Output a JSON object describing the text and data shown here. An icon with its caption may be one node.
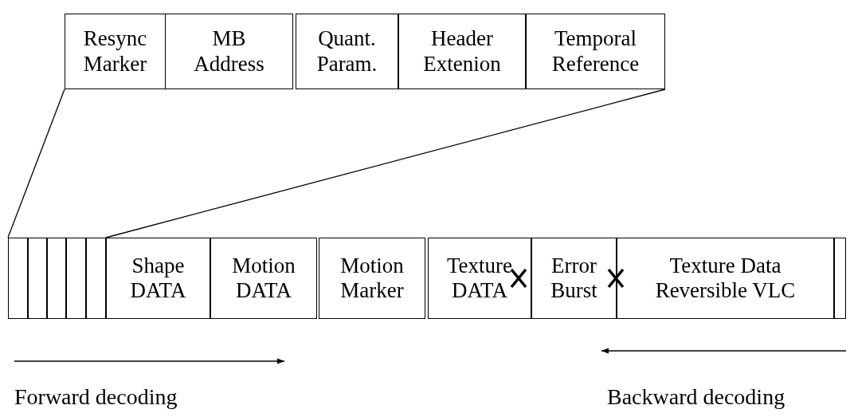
{
  "diagram": {
    "nodes": [
      {
        "text": [
          "Resync Marker"
        ]
      },
      {
        "text": [
          "MB Address"
        ]
      },
      {
        "text": [
          "Quant. Param."
        ]
      },
      {
        "text": [
          "Header Extenion"
        ]
      },
      {
        "text": [
          "Temporal Reference"
        ]
      },
      {
        "text": [],
        "shape": "box"
      },
      {
        "text": [],
        "shape": "box"
      },
      {
        "text": [],
        "shape": "box"
      },
      {
        "text": [],
        "shape": "box"
      },
      {
        "text": [],
        "shape": "box"
      },
      {
        "text": [
          "Shape DATA"
        ]
      },
      {
        "text": [
          "Motion DATA"
        ]
      },
      {
        "text": [
          "Motion Marker"
        ]
      },
      {
        "text": [
          "Texture DATA"
        ]
      },
      {
        "text": [
          "Error Burst"
        ]
      },
      {
        "text": [
          "Texture Data Reversible VLC"
        ]
      },
      {
        "text": [],
        "shape": "box"
      }
    ],
    "edges": [
      {
        "from": 0,
        "to": 5,
        "arrow": "none"
      },
      {
        "from": 4,
        "to": 10,
        "arrow": "none"
      }
    ],
    "labels": [
      "Forward decoding",
      "Backward decoding"
    ]
  }
}
